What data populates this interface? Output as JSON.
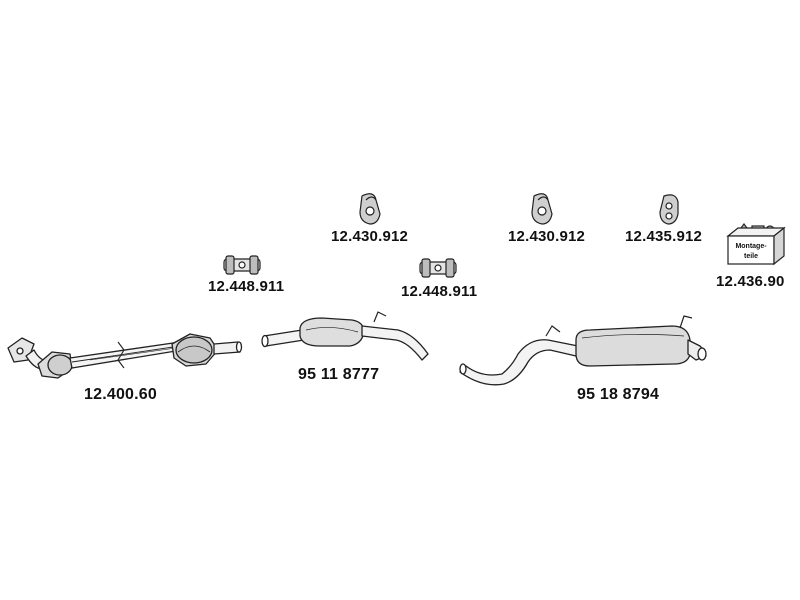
{
  "diagram": {
    "parts": [
      {
        "id": "catalytic-converter",
        "number": "12.400.60"
      },
      {
        "id": "front-clamp",
        "number": "12.448.911"
      },
      {
        "id": "middle-muffler",
        "number": "95 11 8777"
      },
      {
        "id": "hanger-1",
        "number": "12.430.912"
      },
      {
        "id": "middle-clamp",
        "number": "12.448.911"
      },
      {
        "id": "hanger-2",
        "number": "12.430.912"
      },
      {
        "id": "rear-muffler",
        "number": "95 18 8794"
      },
      {
        "id": "hanger-3",
        "number": "12.435.912"
      },
      {
        "id": "mounting-kit",
        "number": "12.436.90",
        "box_text_line1": "Montage-",
        "box_text_line2": "teile"
      }
    ]
  }
}
